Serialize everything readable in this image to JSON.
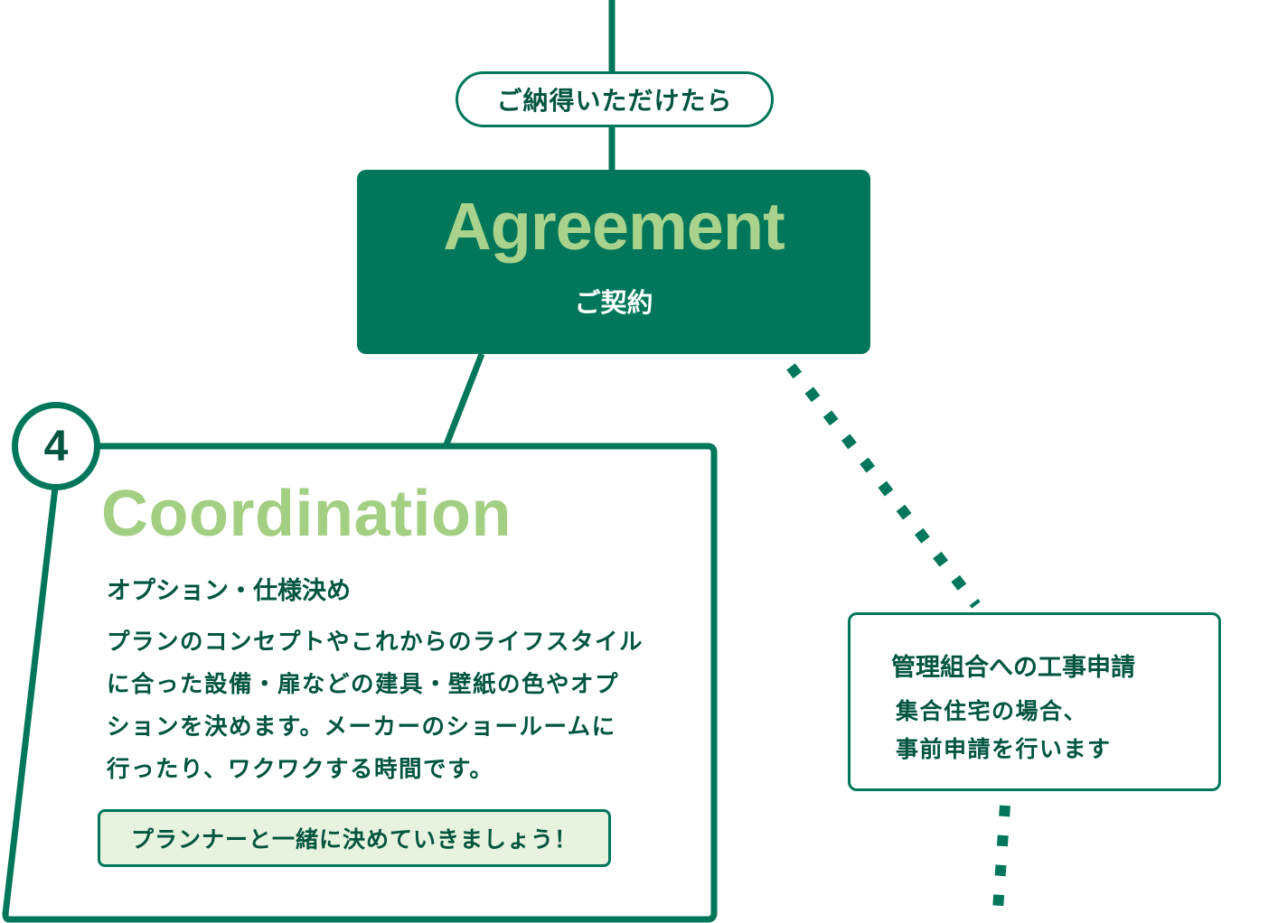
{
  "pill_label": "ご納得いただけたら",
  "agreement": {
    "title_en": "Agreement",
    "title_jp": "ご契約"
  },
  "coordination": {
    "step_number": "4",
    "title_en": "Coordination",
    "subtitle": "オプション・仕様決め",
    "body_lines": [
      "プランのコンセプトやこれからのライフスタイル",
      "に合った設備・扉などの建具・壁紙の色やオプ",
      "ションを決めます。メーカーのショールームに",
      "行ったり、ワクワクする時間です。"
    ],
    "callout": "プランナーと一緒に決めていきましょう！"
  },
  "management": {
    "title": "管理組合への工事申請",
    "description_lines": [
      "集合住宅の場合、",
      "事前申請を行います"
    ]
  },
  "colors": {
    "primary_green": "#00775a",
    "dark_text": "#00553f",
    "light_green": "#a9d38c",
    "callout_bg": "#e8f3df"
  }
}
